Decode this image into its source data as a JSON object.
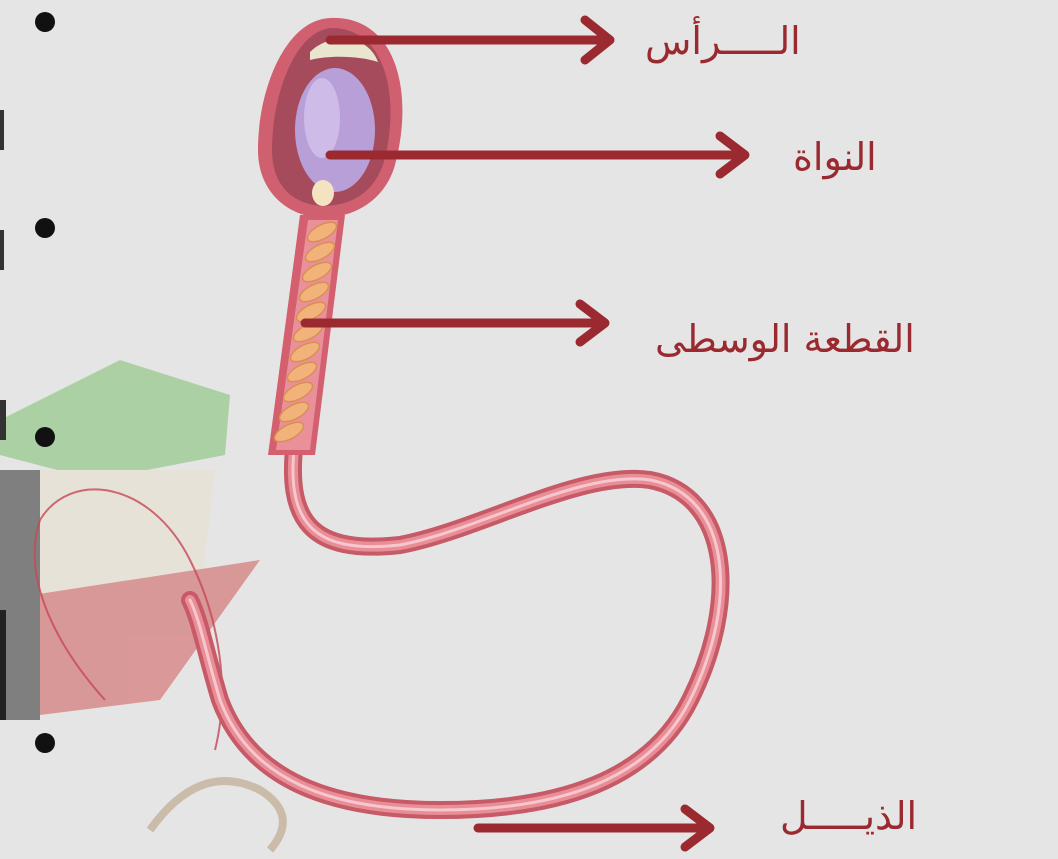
{
  "labels": {
    "head": "الـــــرأس",
    "nucleus": "النواة",
    "midpiece": "القطعة الوسطى",
    "tail": "الذيـــــل"
  },
  "colors": {
    "background": "#e6e5e5",
    "arrow": "#9a2a30",
    "cell_body": "#d9707d",
    "nucleus": "#b89fd8",
    "mitochondria": "#f2b37a",
    "bullet": "#111111"
  }
}
